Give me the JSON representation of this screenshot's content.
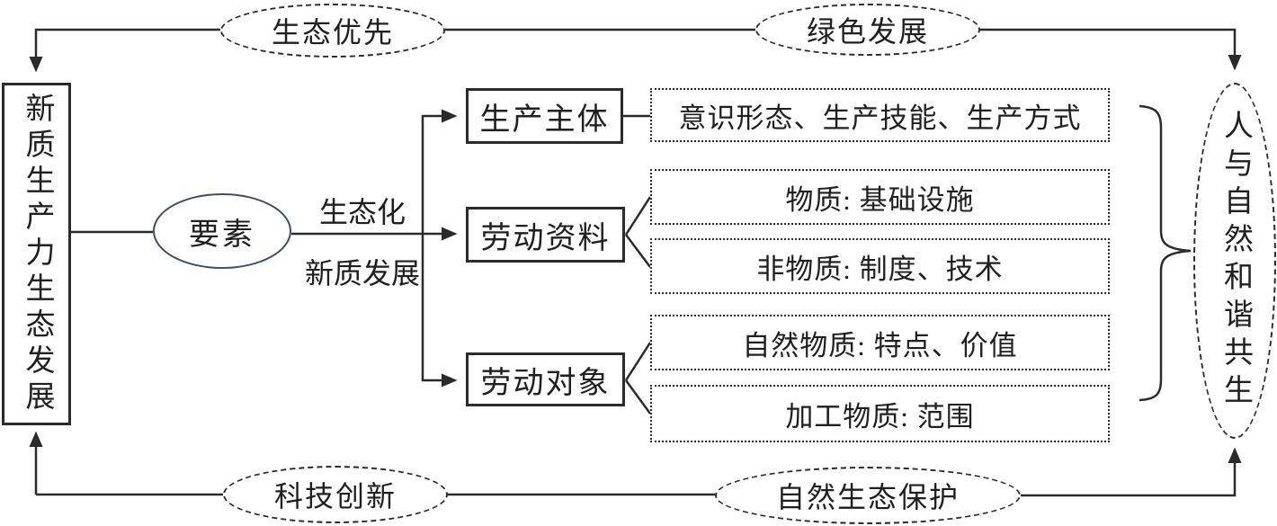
{
  "diagram": {
    "left_node": {
      "label": "新质生产力生态发展"
    },
    "top_ellipses": {
      "eco_priority": {
        "label": "生态优先"
      },
      "green_dev": {
        "label": "绿色发展"
      }
    },
    "center_ellipse": {
      "label": "要素"
    },
    "edge_labels": {
      "top": "生态化",
      "bottom": "新质发展"
    },
    "factor_boxes": [
      {
        "label": "生产主体"
      },
      {
        "label": "劳动资料"
      },
      {
        "label": "劳动对象"
      }
    ],
    "detail_boxes": [
      {
        "label": "意识形态、生产技能、生产方式"
      },
      {
        "label": "物质: 基础设施"
      },
      {
        "label": "非物质: 制度、技术"
      },
      {
        "label": "自然物质: 特点、价值"
      },
      {
        "label": "加工物质: 范围"
      }
    ],
    "right_ellipse": {
      "label": "人与自然和谐共生"
    },
    "bottom_ellipses": {
      "tech_innovation": {
        "label": "科技创新"
      },
      "nature_protection": {
        "label": "自然生态保护"
      }
    },
    "colors": {
      "line": "#2b2b2b",
      "accent_ellipse_stroke": "#3f4d68",
      "background": "#ffffff"
    }
  }
}
